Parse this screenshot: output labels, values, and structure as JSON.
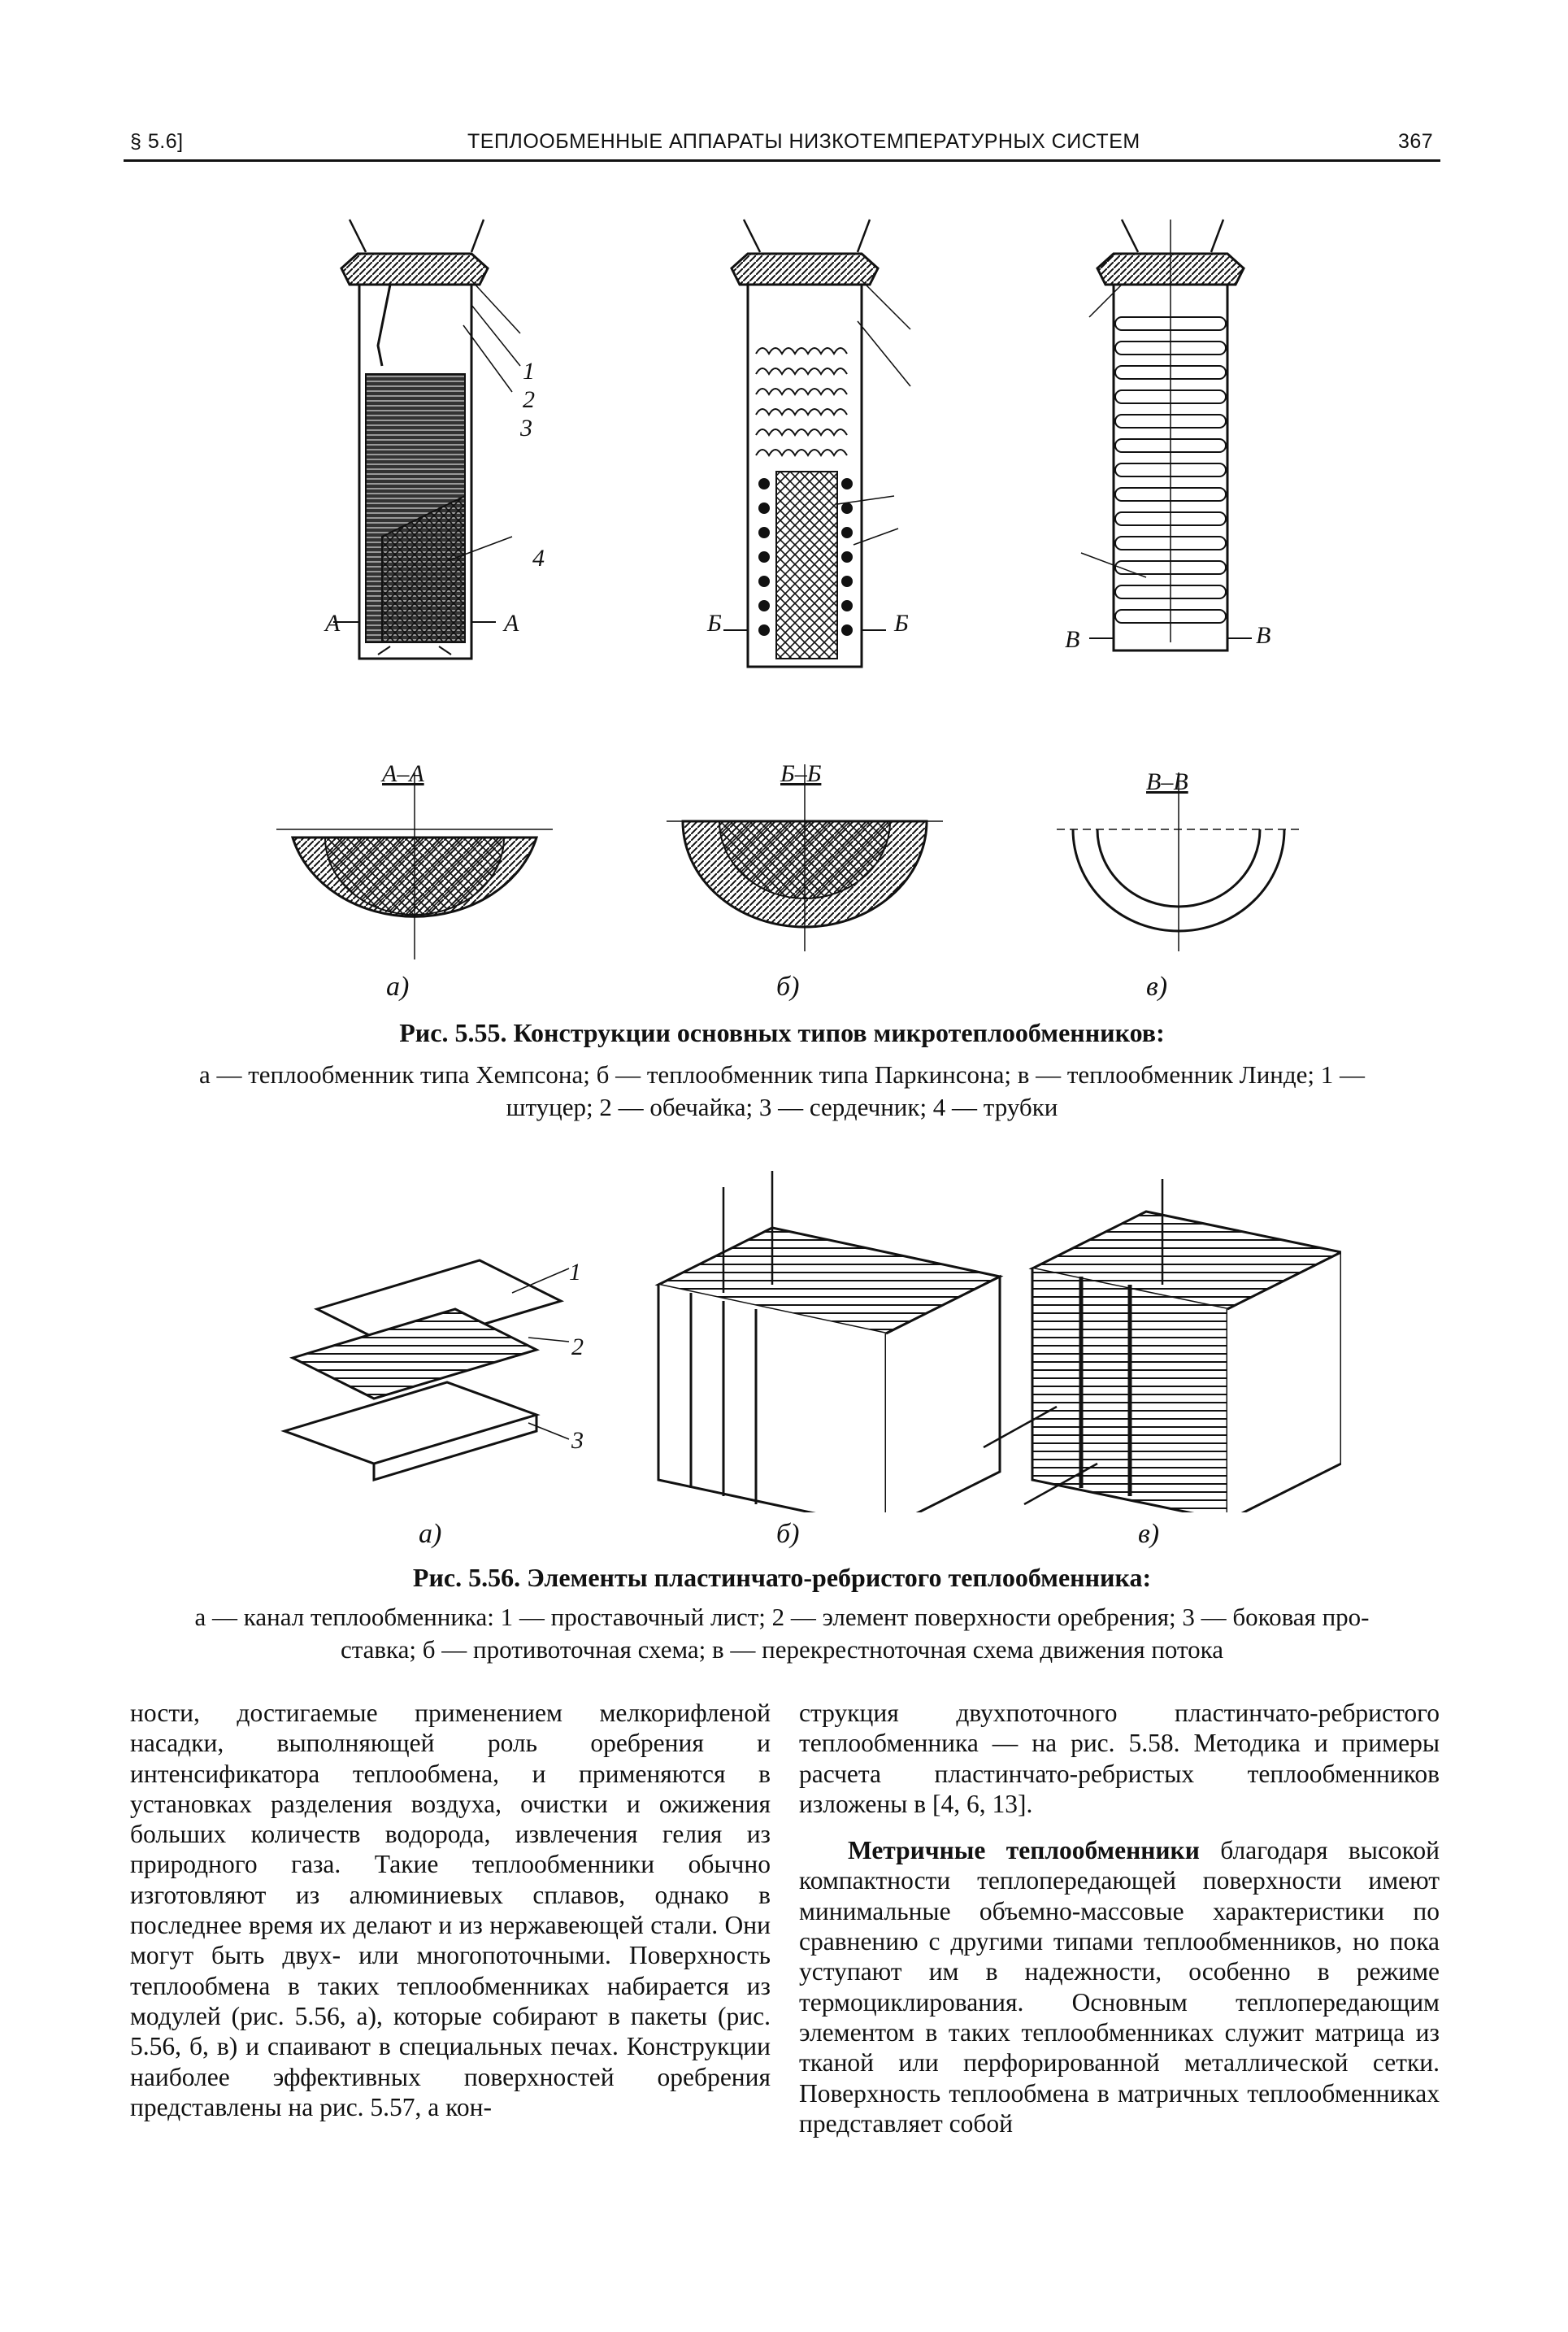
{
  "header": {
    "section": "§ 5.6]",
    "title": "ТЕПЛООБМЕННЫЕ АППАРАТЫ НИЗКОТЕМПЕРАТУРНЫХ СИСТЕМ",
    "page": "367"
  },
  "fig55": {
    "section_labels": [
      "А–А",
      "Б–Б",
      "В–В"
    ],
    "cut_labels": [
      "А",
      "А",
      "Б",
      "Б",
      "В",
      "В"
    ],
    "sub_labels": [
      "а)",
      "б)",
      "в)"
    ],
    "numbers": [
      "1",
      "2",
      "3",
      "4"
    ],
    "caption_title": "Рис. 5.55. Конструкции основных типов микротеплообменников:",
    "caption_line1": "а — теплообменник типа Хемпсона; б — теплообменник типа Паркинсона; в — теплообменник Линде; 1 —",
    "caption_line2": "штуцер; 2 — обечайка; 3 — сердечник; 4 — трубки"
  },
  "fig56": {
    "sub_labels": [
      "а)",
      "б)",
      "в)"
    ],
    "numbers": [
      "1",
      "2",
      "3"
    ],
    "caption_title": "Рис. 5.56. Элементы пластинчато-ребристого теплообменника:",
    "caption_line1": "а — канал теплообменника: 1 — проставочный лист; 2 — элемент поверхности оребрения; 3 — боковая про-",
    "caption_line2": "ставка; б — противоточная схема; в — перекрестноточная схема движения потока"
  },
  "body": {
    "left_column": "ности, достигаемые применением мелкорифленой насадки, выполняющей роль оребрения и интенсификатора теплообмена, и применяются в установках разделения воздуха, очистки и ожижения больших количеств водорода, извлечения гелия из природного газа. Такие теплообменники обычно изготовляют из алюминиевых сплавов, однако в последнее время их делают и из нержавеющей стали. Они могут быть двух- или многопоточными. Поверхность теплообмена в таких теплообменниках набирается из модулей (рис. 5.56, а), которые собирают в пакеты (рис. 5.56, б, в) и спаивают в специальных печах. Конструкции наиболее эффективных поверхностей оребрения представлены на рис. 5.57, а кон-",
    "right_para1": "струкция двухпоточного пластинчато-ребристого теплообменника — на рис. 5.58. Методика и примеры расчета пластинчато-ребристых теплообменников изложены в [4, 6, 13].",
    "right_para2_lead": "Метричные теплообменники",
    "right_para2": " благодаря высокой компактности теплопередающей поверхности имеют минимальные объемно-массовые характеристики по сравнению с другими типами теплообменников, но пока уступают им в надежности, особенно в режиме термоциклирования. Основным теплопередающим элементом в таких теплообменниках служит матрица из тканой или перфорированной металлической сетки. Поверхность теплообмена в матричных теплообменниках представляет собой"
  }
}
